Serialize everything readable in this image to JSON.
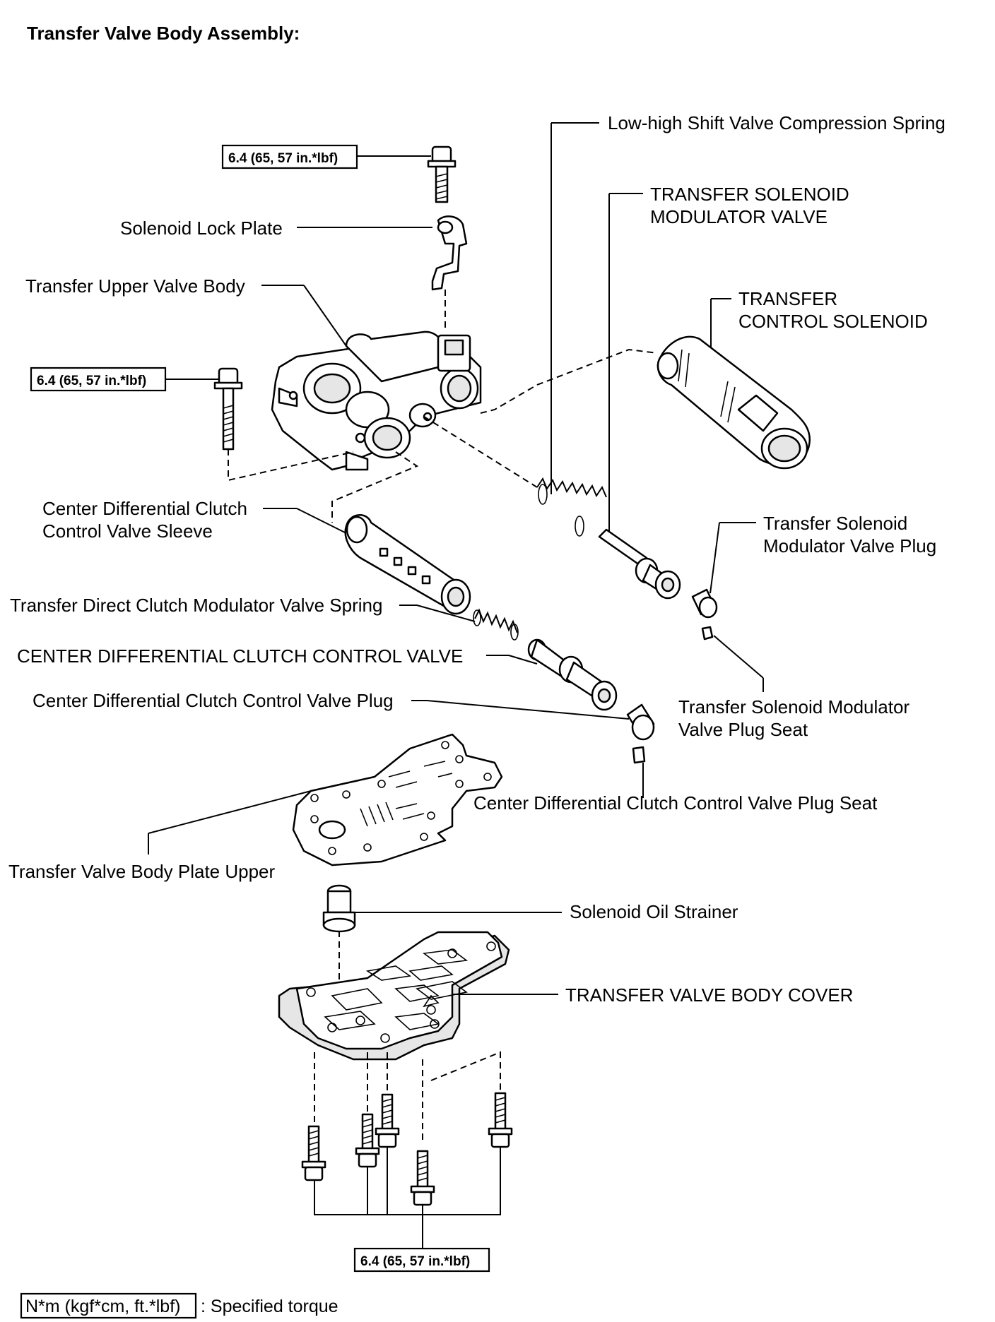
{
  "title": "Transfer Valve Body Assembly:",
  "torque_spec": "6.4 (65, 57 in.*lbf)",
  "labels": {
    "low_high_spring": "Low-high Shift Valve Compression Spring",
    "modulator_valve_l1": "TRANSFER SOLENOID",
    "modulator_valve_l2": "MODULATOR VALVE",
    "solenoid_lock_plate": "Solenoid Lock Plate",
    "control_solenoid_l1": "TRANSFER",
    "control_solenoid_l2": "CONTROL SOLENOID",
    "upper_valve_body": "Transfer Upper Valve Body",
    "valve_sleeve_l1": "Center Differential Clutch",
    "valve_sleeve_l2": "Control Valve Sleeve",
    "modulator_plug_l1": "Transfer Solenoid",
    "modulator_plug_l2": "Modulator Valve Plug",
    "direct_clutch_spring": "Transfer Direct Clutch Modulator Valve Spring",
    "clutch_control_valve": "CENTER DIFFERENTIAL CLUTCH CONTROL VALVE",
    "modulator_plug_seat_l1": "Transfer Solenoid Modulator",
    "modulator_plug_seat_l2": "Valve Plug Seat",
    "control_valve_plug": "Center Differential Clutch Control Valve Plug",
    "control_valve_plug_seat": "Center Differential Clutch Control Valve Plug Seat",
    "body_plate_upper": "Transfer Valve Body Plate Upper",
    "oil_strainer": "Solenoid Oil Strainer",
    "valve_body_cover": "TRANSFER VALVE BODY COVER"
  },
  "legend": {
    "unit_box": "N*m (kgf*cm, ft.*lbf)",
    "description": ": Specified torque"
  }
}
